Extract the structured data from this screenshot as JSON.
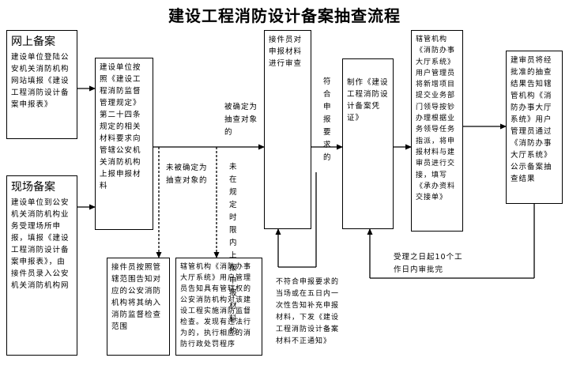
{
  "title": "建设工程消防设计备案抽查流程",
  "boxes": {
    "online": {
      "head": "网上备案",
      "text": "建设单位登陆公安机关消防机构网站填报《建设工程消防设计备案申报表》"
    },
    "onsite": {
      "head": "现场备案",
      "text": "建设单位到公安机关消防机构业务受理场所申报，填报《建设工程消防设计备案申报表》，由接件员录入公安机关消防机构网"
    },
    "submit": "建设单位按照《建设工程消防监督管理规定》第二十四条规定的相关材料要求向管辖公安机关消防机构上报申报材料",
    "review": "接件员对申报材料进行审查",
    "voucher": "制作《建设工程消防设计备案凭证》",
    "system": "辖管机构《消防办事大厅系统》用户管理员将新增项目提交业务部门领导按钞办理根据业务领导任务指派，将申报材料与建审员进行交接，填写《承办资料交接单》",
    "notify": "建审员将经批准的抽查结果告知辖管机构《消防办事大厅系统》用户管理员通过《消防办事大厅系统》公示备案抽查结果",
    "not_selected_box": "接件员按照管辖范围告知对应的公安消防机构将其纳入消防监督检查范围",
    "late_box": "辖管机构《消防办事大厅系统》用户管理员告知具有管辖权的公安消防机构对该建设工程实施消防监督检查。发现有违法行为的，执行相应的消防行政处罚程序"
  },
  "labels": {
    "selected": "被确定为抽查对象的",
    "not_selected": "未被确定为抽查对象的",
    "late": "未在规定时限内上报申报材料的",
    "meets": "符合申报要求的",
    "rejected": "不符合申报要求的当场或在五日内一次性告知补充申报材料，下发《建设工程消防设计备案材料不正通知》",
    "ten_days": "受理之日起10个工作日内审批完"
  }
}
